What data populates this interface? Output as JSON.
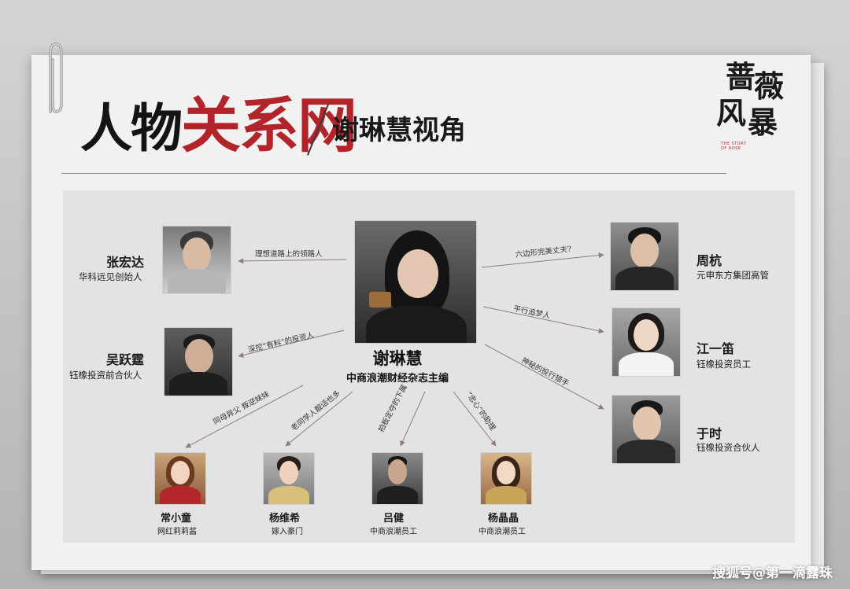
{
  "title": {
    "part1": "人物",
    "part2": "关系网",
    "subtitle": "谢琳慧视角"
  },
  "logo": {
    "chars": [
      "蔷",
      "薇",
      "风",
      "暴"
    ],
    "en_text": "THE STORY OF ROSE"
  },
  "center": {
    "name": "谢琳慧",
    "role": "中商浪潮财经杂志主编"
  },
  "people": [
    {
      "id": "zhang-hongda",
      "name": "张宏达",
      "role": "华科远见创始人",
      "relation": "理想道路上的领路人"
    },
    {
      "id": "wu-yueting",
      "name": "吴跃霆",
      "role": "钰橡投资前合伙人",
      "relation": "深挖“有料”的投资人"
    },
    {
      "id": "zhou-hang",
      "name": "周杭",
      "role": "元申东方集团高管",
      "relation": "六边形完美丈夫?"
    },
    {
      "id": "jiang-yidi",
      "name": "江一笛",
      "role": "钰橡投资员工",
      "relation": "平行追梦人"
    },
    {
      "id": "yu-shi",
      "name": "于时",
      "role": "钰橡投资合伙人",
      "relation": "神秘的投行猎手"
    },
    {
      "id": "chang-xiaotong",
      "name": "常小童",
      "role": "网红莉莉酱",
      "relation": "同母异父 叛逆妹妹"
    },
    {
      "id": "yang-weixi",
      "name": "杨维希",
      "role": "嫁入豪门",
      "relation": "老同学人靓话也多"
    },
    {
      "id": "lv-jian",
      "name": "吕健",
      "role": "中商浪潮员工",
      "relation": "拍板定夺的下属"
    },
    {
      "id": "yang-jingjing",
      "name": "杨晶晶",
      "role": "中商浪潮员工",
      "relation": "“忠心”的助理"
    }
  ],
  "watermark": "搜狐号@第一滴露珠",
  "colors": {
    "title_red": "#b3242a",
    "title_black": "#141414",
    "panel_bg": "#e3e3e3",
    "arrow": "#8e7b82"
  }
}
